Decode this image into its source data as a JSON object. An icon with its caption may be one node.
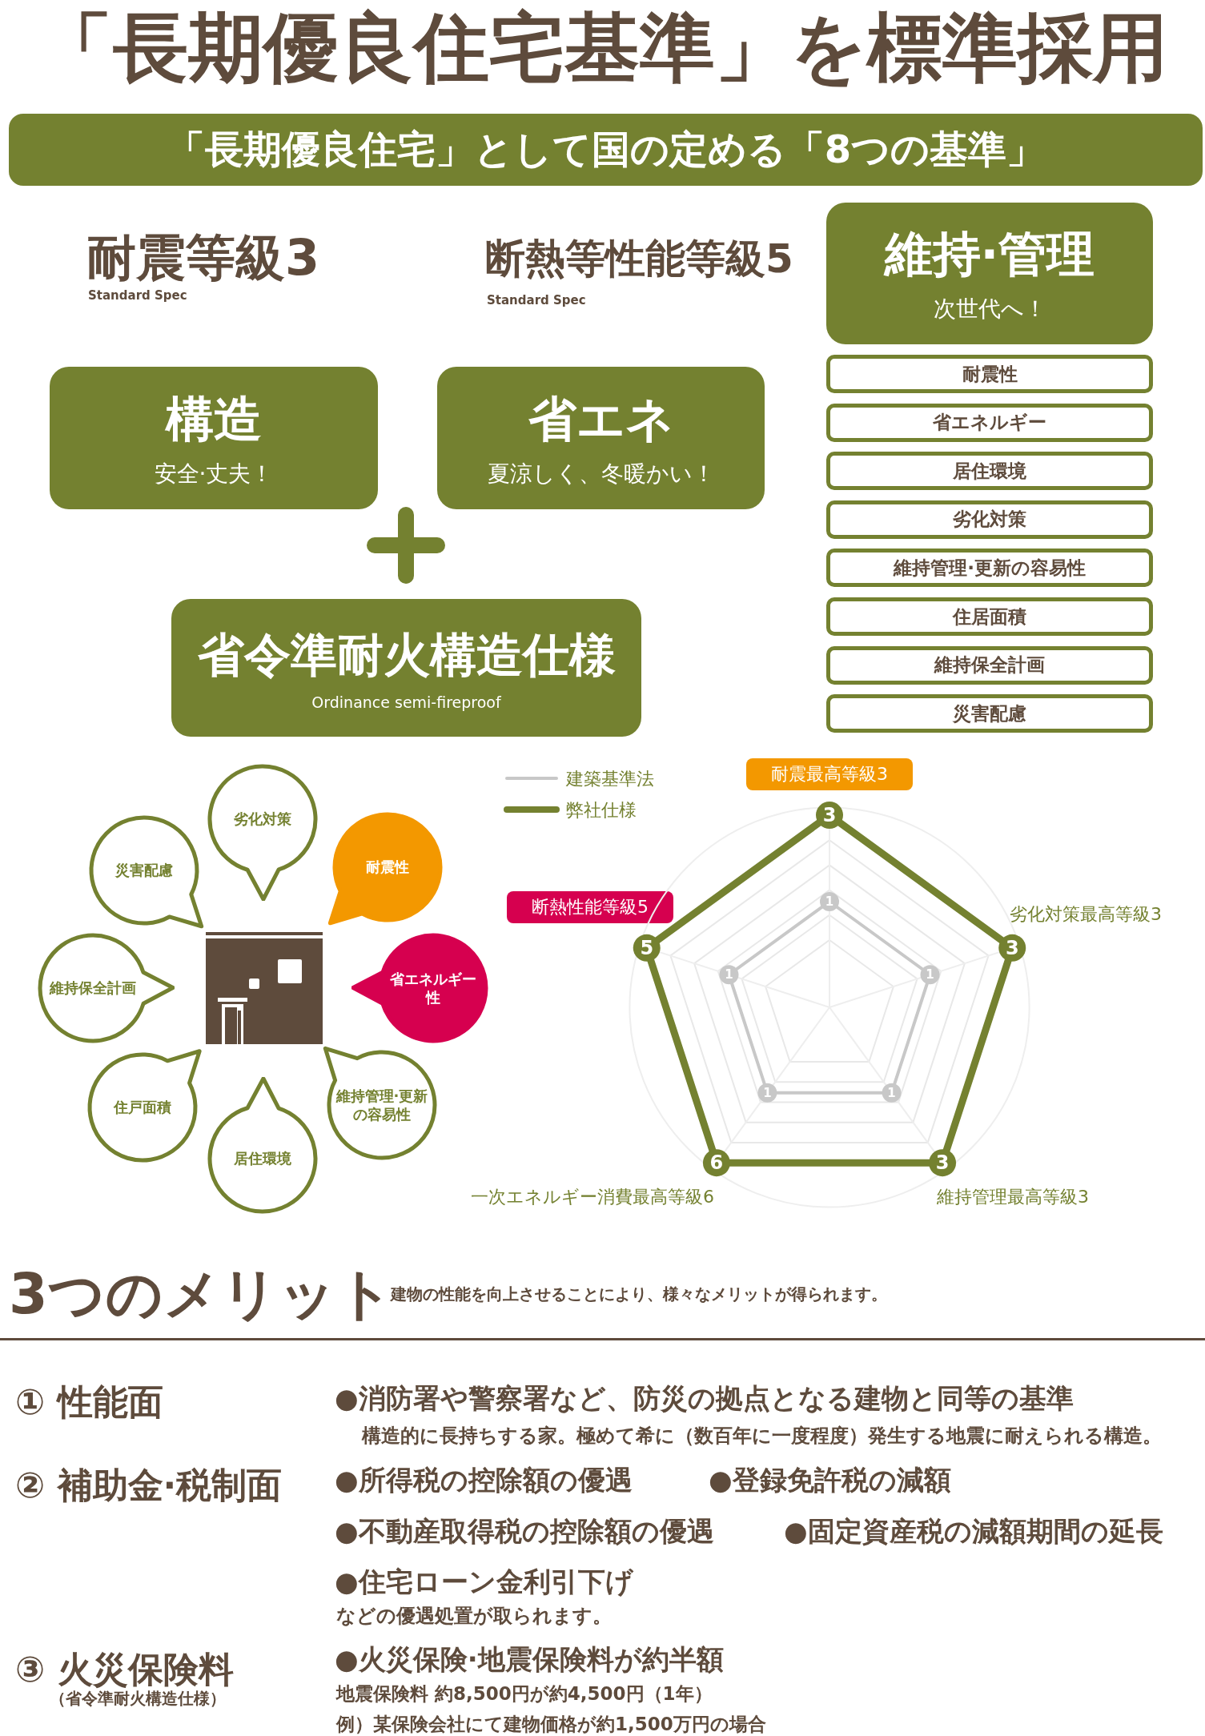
{
  "diagram": {
    "title": "「長期優良住宅基準」を標準採用",
    "nodes": [
      {
        "text": [
          "「長期優良住宅」として国の定める「8つの基準」"
        ]
      },
      {
        "text": [
          "構造",
          "安全·丈夫！"
        ]
      },
      {
        "text": [
          "省エネ",
          "夏涼しく、冬暖かい！"
        ]
      },
      {
        "text": [
          "省令準耐火構造仕様",
          "Ordinance semi-fireproof"
        ]
      },
      {
        "text": [
          "維持·管理",
          "次世代へ！"
        ]
      },
      {
        "text": [
          "耐震性"
        ]
      },
      {
        "text": [
          "省エネルギー"
        ]
      },
      {
        "text": [
          "居住環境"
        ]
      },
      {
        "text": [
          "劣化対策"
        ]
      },
      {
        "text": [
          "維持管理·更新の容易性"
        ]
      },
      {
        "text": [
          "住居面積"
        ]
      },
      {
        "text": [
          "維持保全計画"
        ]
      },
      {
        "text": [
          "災害配慮"
        ]
      },
      {
        "text": [
          "劣化対策"
        ]
      },
      {
        "text": [
          "災害配慮"
        ]
      },
      {
        "text": [
          "耐震性"
        ]
      },
      {
        "text": [
          "維持保全計画"
        ]
      },
      {
        "text": [
          "省エネルギー性"
        ]
      },
      {
        "text": [
          "住戸面積"
        ]
      },
      {
        "text": [
          "維持管理·更新の容易性"
        ]
      },
      {
        "text": [
          "居住環境"
        ]
      },
      {
        "text": [
          "耐震最高等級3"
        ]
      },
      {
        "text": [
          "断熱性能等級5"
        ]
      }
    ],
    "labels": [
      "耐震等級3",
      "Standard Spec",
      "断熱等性能等級5",
      "Standard Spec",
      "劣化対策最高等級3",
      "一次エネルギー消費最高等級6",
      "維持管理最高等級3",
      "3",
      "3",
      "5",
      "3",
      "6",
      "1",
      "1",
      "1",
      "1",
      "1",
      "3つのメリット",
      "建物の性能を向上させることにより、様々なメリットが得られます。",
      "① 性能面",
      "●消防署や警察署など、防災の拠点となる建物と同等の基準",
      "構造的に長持ちする家。極めて希に（数百年に一度程度）発生する地震に耐えられる構造。",
      "② 補助金·税制面",
      "●所得税の控除額の優遇",
      "●登録免許税の減額",
      "●不動産取得税の控除額の優遇",
      "●固定資産税の減額期間の延長",
      "●住宅ローン金利引下げ",
      "などの優遇処置が取られます。",
      "③ 火災保険料",
      "●火災保険·地震保険料が約半額",
      "（省令準耐火構造仕様）",
      "地震保険料 約8,500円が約4,500円（1年）",
      "例）某保険会社にて建物価格が約1,500万円の場合"
    ],
    "legend": [
      {
        "text": "建築基準法"
      },
      {
        "text": "弊社仕様"
      }
    ]
  }
}
